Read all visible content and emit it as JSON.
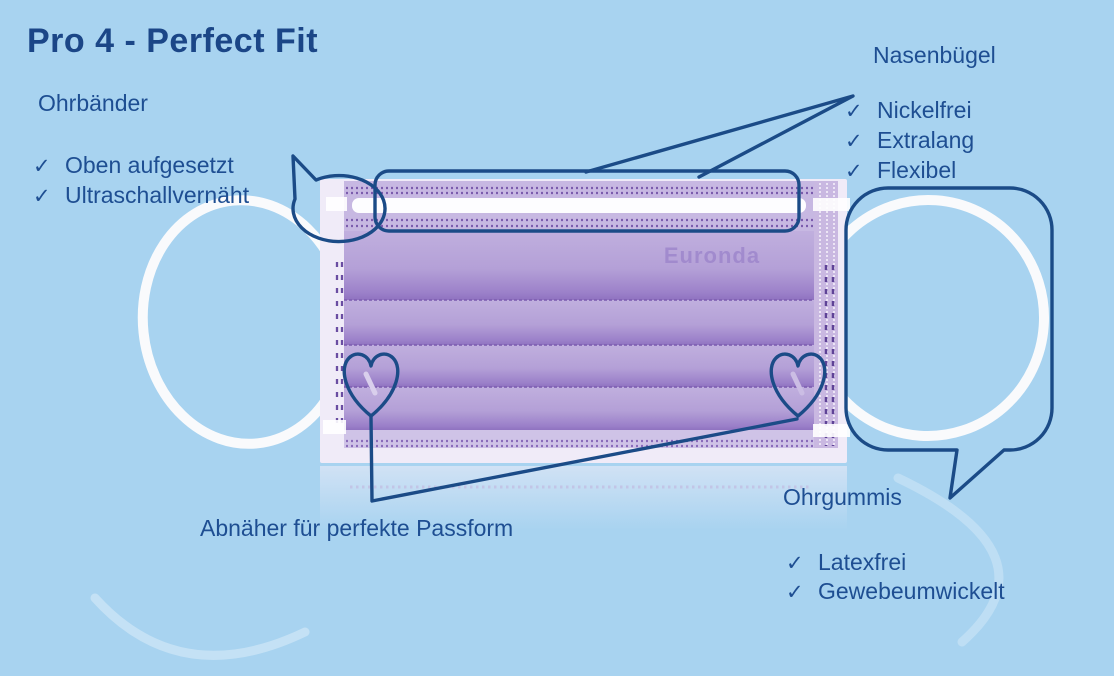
{
  "title": "Pro 4 - Perfect Fit",
  "icons": {
    "check": "✓"
  },
  "colors": {
    "background": "#a8d3f0",
    "accent_navy": "#1b4b87",
    "mask_purple": "#b9a6da",
    "strap_white": "#f9fafc"
  },
  "mask": {
    "brand": "Euronda"
  },
  "callouts": {
    "ear_bands": {
      "label": "Ohrbänder",
      "items": [
        "Oben aufgesetzt",
        "Ultraschallvernäht"
      ]
    },
    "nose_bridge": {
      "label": "Nasenbügel",
      "items": [
        "Nickelfrei",
        "Extralang",
        "Flexibel"
      ]
    },
    "ear_loops": {
      "label": "Ohrgummis",
      "items": [
        "Latexfrei",
        "Gewebeumwickelt"
      ]
    },
    "darts": {
      "label": "Abnäher für perfekte Passform"
    }
  }
}
